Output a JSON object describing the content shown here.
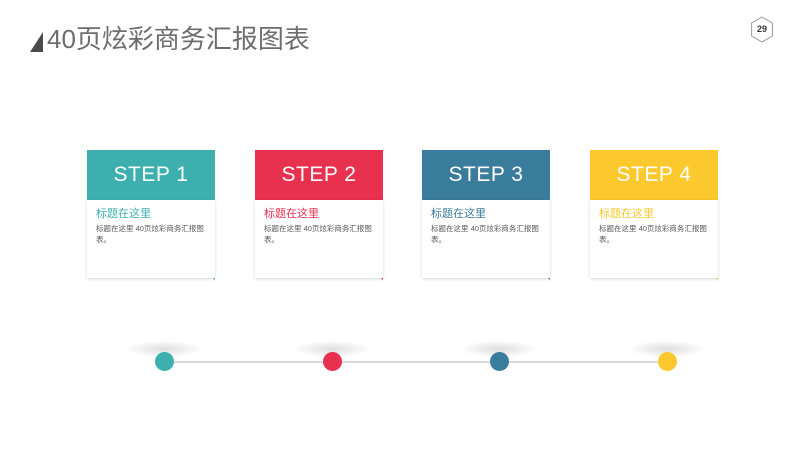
{
  "header": {
    "title": "40页炫彩商务汇报图表",
    "mark_icon": "triangle-mark-icon"
  },
  "page_badge": {
    "number": "29",
    "shape": "hexagon"
  },
  "theme": {
    "teal": "#3EAFAF",
    "crimson": "#E8304F",
    "blue": "#3A7C9C",
    "yellow": "#FBC92E",
    "title_color": "#6d6d6d",
    "body_text_color": "#595959",
    "line_color": "#d9d9d9"
  },
  "steps": [
    {
      "head": "STEP 1",
      "subtitle": "标题在这里",
      "text": "标题在这里 40页炫彩商务汇报图表。",
      "color": "#3EAFAF"
    },
    {
      "head": "STEP 2",
      "subtitle": "标题在这里",
      "text": "标题在这里 40页炫彩商务汇报图表。",
      "color": "#E8304F"
    },
    {
      "head": "STEP 3",
      "subtitle": "标题在这里",
      "text": "标题在这里 40页炫彩商务汇报图表。",
      "color": "#3A7C9C"
    },
    {
      "head": "STEP 4",
      "subtitle": "标题在这里",
      "text": "标题在这里 40页炫彩商务汇报图表。",
      "color": "#FBC92E"
    }
  ]
}
